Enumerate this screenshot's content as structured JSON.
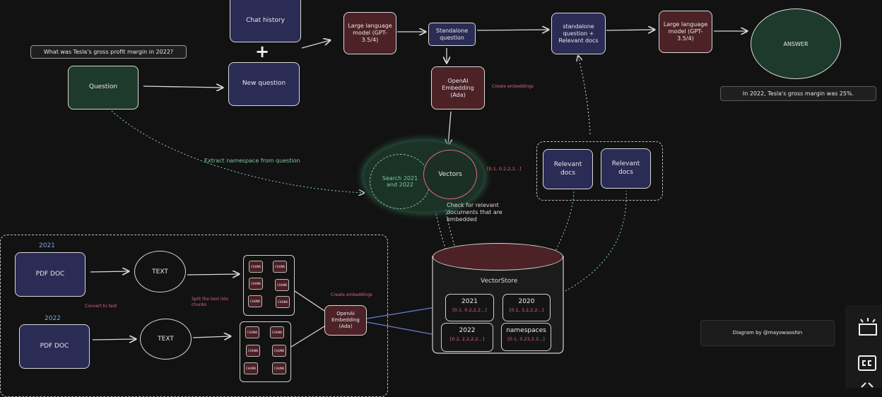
{
  "nodes": {
    "chat_history": "Chat history",
    "plus": "+",
    "new_question": "New question",
    "question_prompt": "What was Tesla's gross profit margin in 2022?",
    "question": "Question",
    "llm_1": "Large language model (GPT-3.5/4)",
    "standalone_question": "Standalone question",
    "openai_embedding_top": "OpenAI Embedding (Ada)",
    "create_embeddings_top": "Create embeddings",
    "standalone_plus_docs": "standalone question + Relevant docs",
    "llm_2": "Large language model (GPT-3.5/4)",
    "answer": "ANSWER",
    "answer_text": "In 2022, Tesla's gross margin was 25%.",
    "extract_namespace": "Extract namespace from question",
    "search_years": "Search 2021 and 2022",
    "vectors": "Vectors",
    "vector_values": "[0.1, 0.2,2,2...]",
    "check_relevant": "Check for relevant documents that are embedded",
    "relevant_docs_1": "Relevant docs",
    "relevant_docs_2": "Relevant docs"
  },
  "ingest": {
    "year_2021": "2021",
    "year_2022": "2022",
    "pdf_doc_1": "PDF DOC",
    "pdf_doc_2": "PDF DOC",
    "text_1": "TEXT",
    "text_2": "TEXT",
    "convert_to_text": "Convert to text",
    "split_text": "Split the text into chunks",
    "chunk_label": "CHUNK",
    "create_embeddings": "Create embeddings",
    "openai_embedding": "OpenAI Embedding (Ada)"
  },
  "vectorstore": {
    "title": "VectorStore",
    "items": [
      {
        "name": "2021",
        "vector": "[0.1, 0.2,2,2...]"
      },
      {
        "name": "2020",
        "vector": "[0.1, 3,2,2,2...]"
      },
      {
        "name": "2022",
        "vector": "[0.2, 2,2,2,2...]"
      },
      {
        "name": "namespaces",
        "vector": "[0.1, 0.23,2.3...]"
      }
    ]
  },
  "credit": "Diagram by @mayowaoshin",
  "colors": {
    "navy": "#2a2c55",
    "maroon": "#4c2227",
    "green": "#1d3a2c",
    "accent_pink": "#e3667b",
    "accent_blue": "#6fa6e8",
    "accent_green": "#7ec89d"
  },
  "controls": {
    "icons": [
      "screen-icon",
      "closed-captions-icon",
      "expand-icon"
    ]
  }
}
